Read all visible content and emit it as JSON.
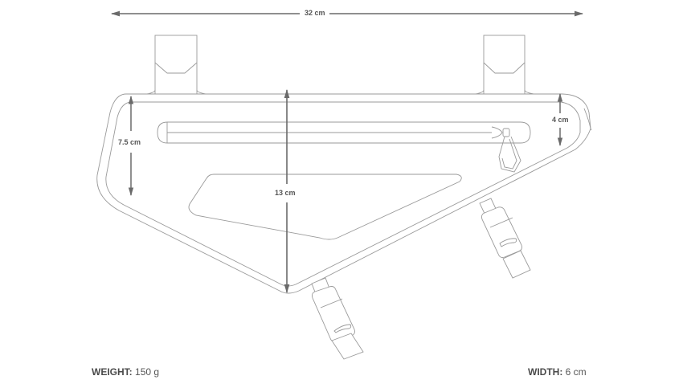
{
  "diagram": {
    "title": "Frame bag technical drawing",
    "dimensions": {
      "overall_length": "32 cm",
      "rear_height": "7.5 cm",
      "total_height": "13 cm",
      "front_height": "4 cm"
    },
    "parts": [
      "top-strap-left",
      "top-strap-right",
      "zipper",
      "zipper-pull",
      "downtube-strap-front",
      "downtube-strap-rear",
      "inner-panel"
    ],
    "colors": {
      "outline": "#9a9a9a",
      "dimension_line": "#6a6a6a",
      "label": "#555555",
      "background": "#ffffff"
    }
  },
  "specs": {
    "weight": {
      "label": "WEIGHT:",
      "value": "150 g"
    },
    "width": {
      "label": "WIDTH:",
      "value": "6 cm"
    }
  }
}
